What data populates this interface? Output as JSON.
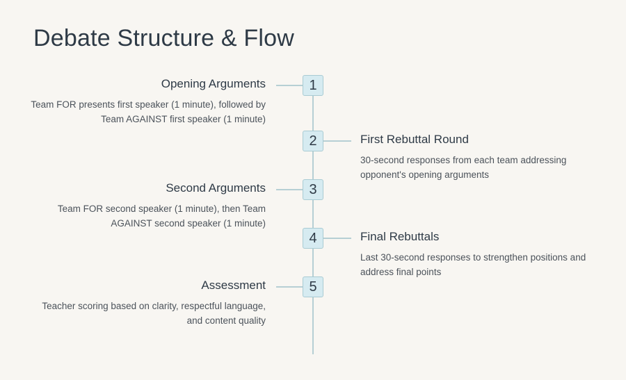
{
  "title": "Debate Structure & Flow",
  "steps": [
    {
      "number": "1",
      "title": "Opening Arguments",
      "description": "Team FOR presents first speaker (1 minute), followed by Team AGAINST first speaker (1 minute)"
    },
    {
      "number": "2",
      "title": "First Rebuttal Round",
      "description": "30-second responses from each team addressing opponent's opening arguments"
    },
    {
      "number": "3",
      "title": "Second Arguments",
      "description": "Team FOR second speaker (1 minute), then Team AGAINST second speaker (1 minute)"
    },
    {
      "number": "4",
      "title": "Final Rebuttals",
      "description": "Last 30-second responses to strengthen positions and address final points"
    },
    {
      "number": "5",
      "title": "Assessment",
      "description": "Teacher scoring based on clarity, respectful language, and content quality"
    }
  ]
}
